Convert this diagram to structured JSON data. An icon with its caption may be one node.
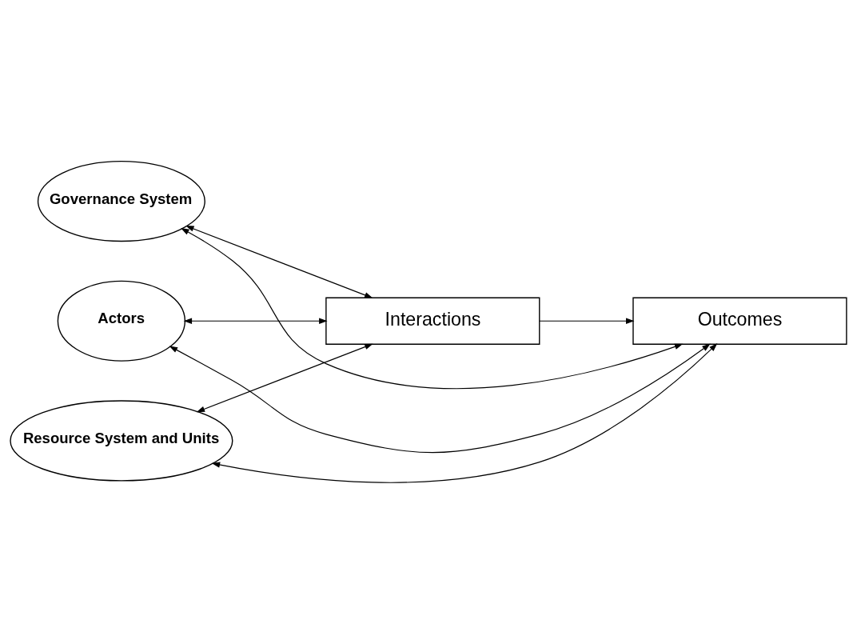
{
  "diagram": {
    "nodes": [
      {
        "text": [
          "Governance System"
        ]
      },
      {
        "text": [
          "Actors"
        ]
      },
      {
        "text": [
          "Resource System and Units"
        ]
      },
      {
        "text": [
          "Interactions"
        ]
      },
      {
        "text": [
          "Outcomes"
        ]
      }
    ],
    "edges": [
      {
        "from": 0,
        "to": 3,
        "arrow": "both"
      },
      {
        "from": 1,
        "to": 3,
        "arrow": "both"
      },
      {
        "from": 2,
        "to": 3,
        "arrow": "both"
      },
      {
        "from": 3,
        "to": 4,
        "arrow": "to"
      },
      {
        "from": 4,
        "to": 0,
        "arrow": "both"
      },
      {
        "from": 4,
        "to": 1,
        "arrow": "both"
      },
      {
        "from": 4,
        "to": 2,
        "arrow": "both"
      }
    ]
  }
}
